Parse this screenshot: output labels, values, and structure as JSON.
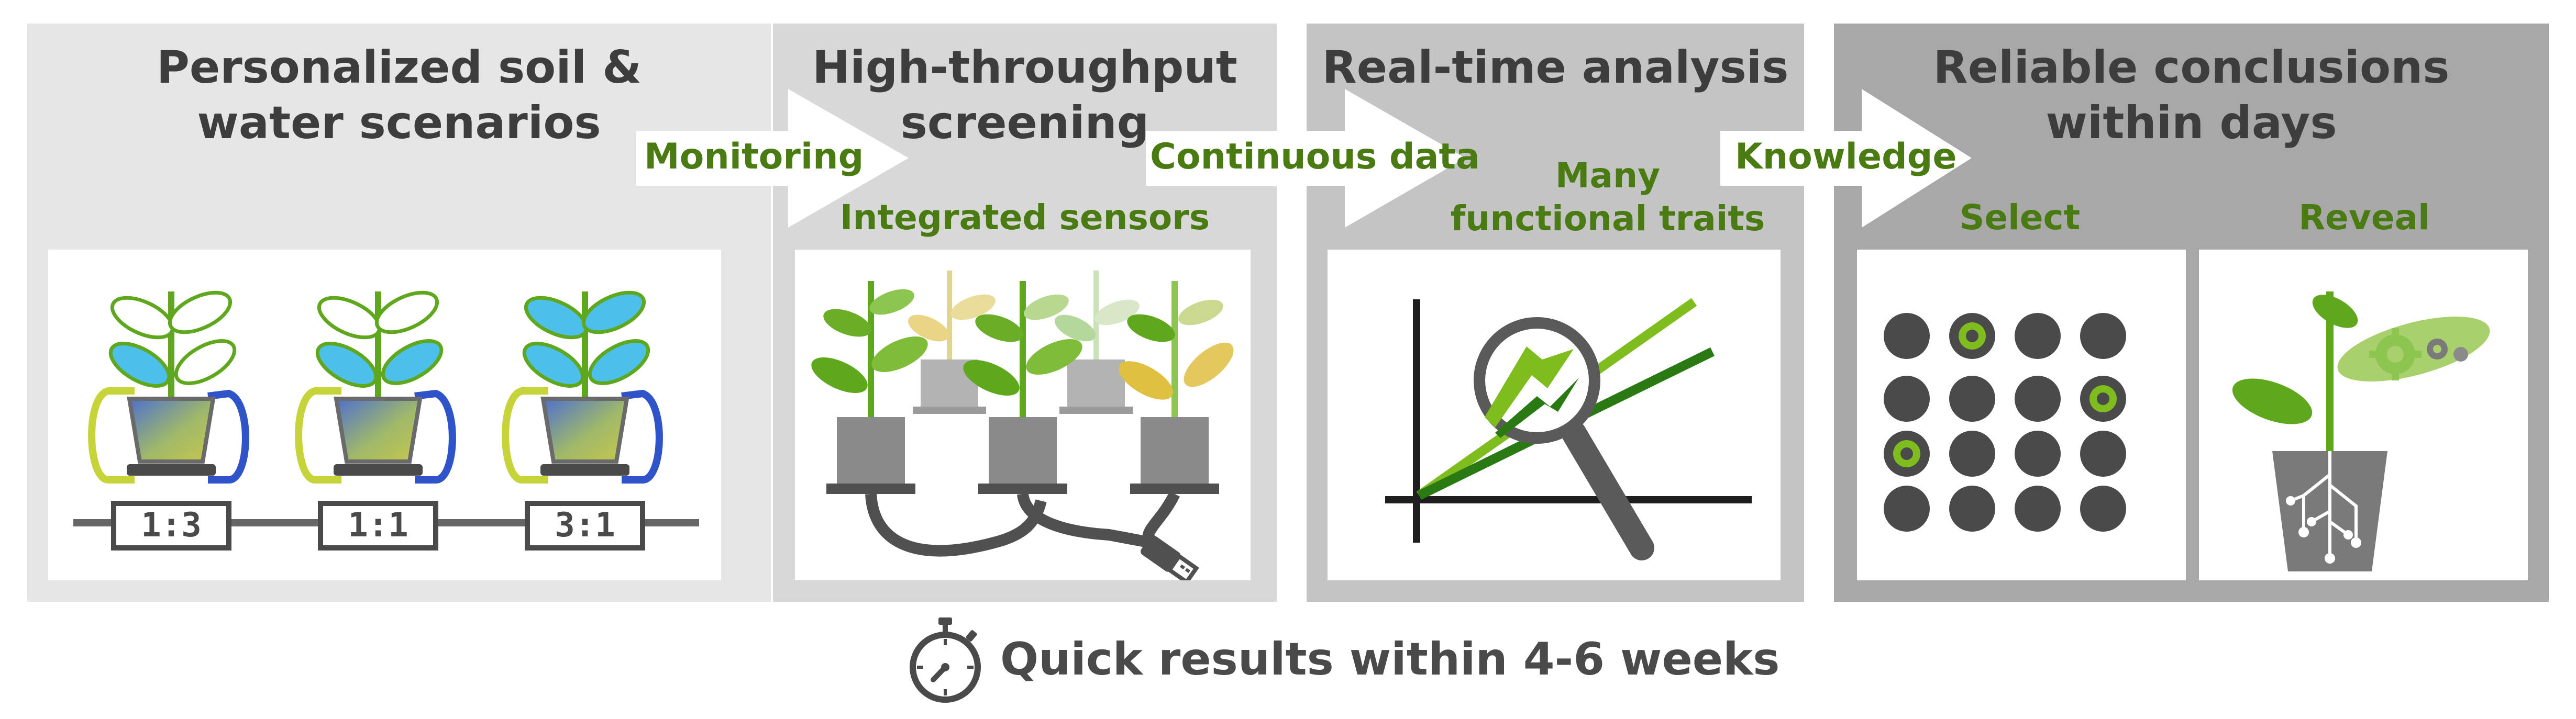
{
  "panels": [
    {
      "title_line1": "Personalized soil &",
      "title_line2": "water scenarios"
    },
    {
      "title_line1": "High-throughput",
      "title_line2": "screening",
      "subtitle": "Integrated sensors"
    },
    {
      "title_line1": "Real-time analysis",
      "subtitle_line1": "Many",
      "subtitle_line2": "functional traits"
    },
    {
      "title_line1": "Reliable conclusions",
      "title_line2": "within days",
      "sub_left": "Select",
      "sub_right": "Reveal"
    }
  ],
  "arrows": [
    "Monitoring",
    "Continuous data",
    "Knowledge"
  ],
  "ratios": [
    "1:3",
    "1:1",
    "3:1"
  ],
  "footer": {
    "text": "Quick results within 4-6 weeks"
  },
  "colors": {
    "green_text": "#4a7a12",
    "leaf": "#5fa81e",
    "water": "#4cc0ea",
    "hose_yellow": "#c6d43a",
    "hose_blue": "#2f53c9",
    "pot_grey": "#8a8a8a"
  },
  "icons": [
    "plant-pot-icon",
    "usb-plug-icon",
    "magnifier-icon",
    "stopwatch-icon",
    "gear-icon",
    "circuit-roots-icon"
  ]
}
